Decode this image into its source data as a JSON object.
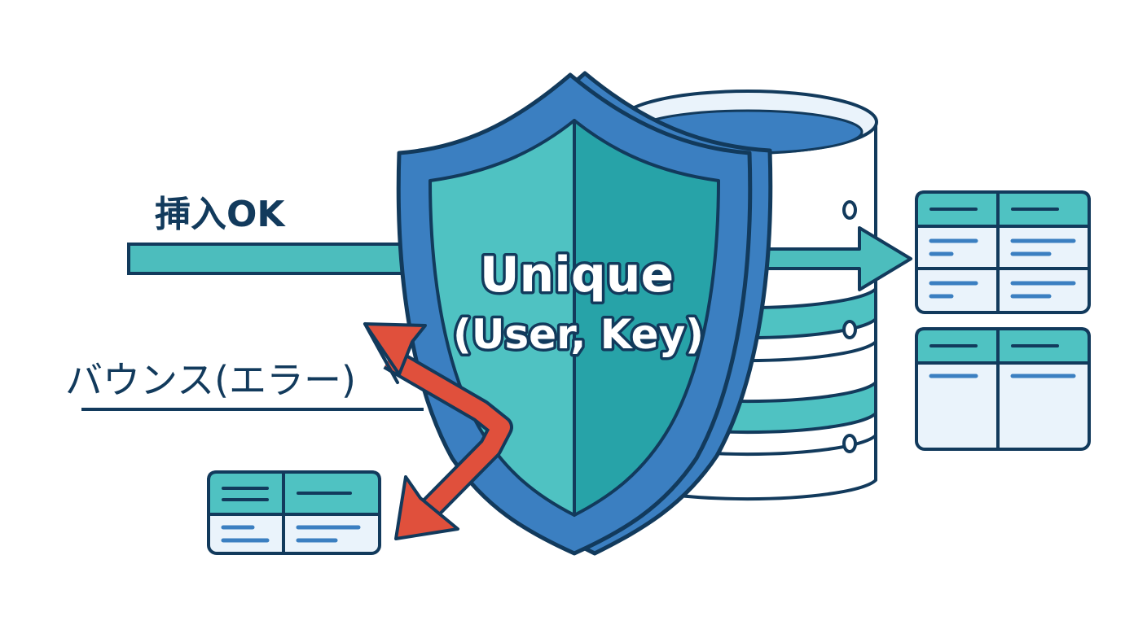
{
  "labels": {
    "insert_ok": "挿入OK",
    "bounce": "バウンス(エラー)"
  },
  "shield": {
    "line1": "Unique",
    "line2": "(User, Key)"
  },
  "colors": {
    "navy": "#123a5c",
    "shield_blue": "#3b7fc1",
    "teal_light": "#4fc2c2",
    "teal_dark": "#27a3a8",
    "teal_bar": "#4cbdbd",
    "db_blue": "#3b7fc1",
    "red_arrow": "#e0503c",
    "pale_blue": "#eaf3fb"
  },
  "icons": [
    "shield-icon",
    "database-icon",
    "table-icon",
    "arrow-right-icon",
    "bounce-arrow-icon"
  ]
}
